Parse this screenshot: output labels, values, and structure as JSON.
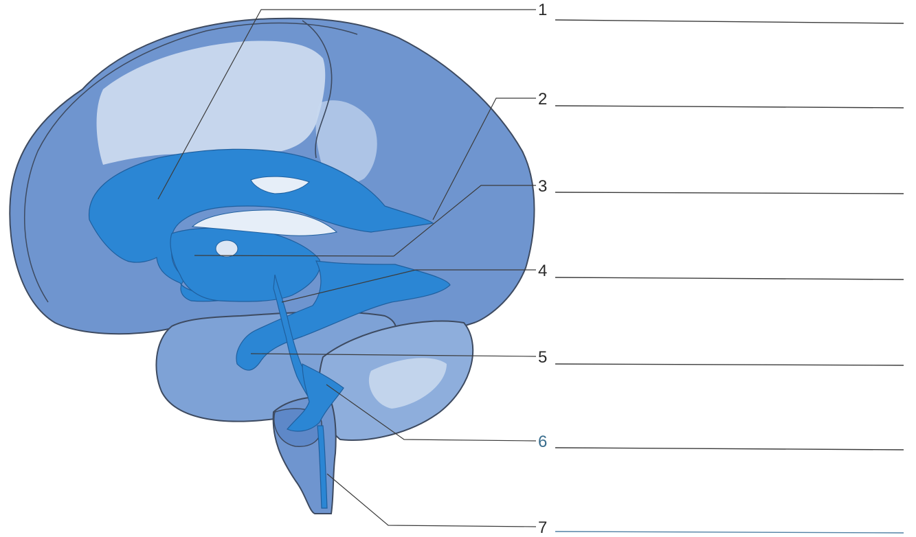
{
  "labels": [
    {
      "number": "1"
    },
    {
      "number": "2"
    },
    {
      "number": "3"
    },
    {
      "number": "4"
    },
    {
      "number": "5"
    },
    {
      "number": "6"
    },
    {
      "number": "7"
    }
  ],
  "colors": {
    "brain_fill": "#6f95cf",
    "brain_light": "#b9cde9",
    "ventricle_fill": "#2b86d4",
    "outline": "#3d4a60",
    "leader_line": "#3b3b3b",
    "label_blue": "#3a6e8e"
  }
}
